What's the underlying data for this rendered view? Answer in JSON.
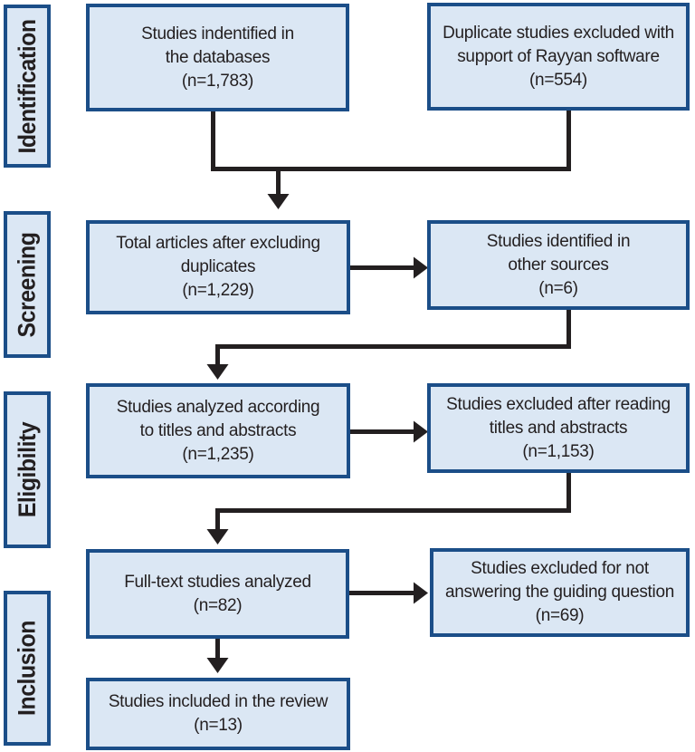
{
  "palette": {
    "box_fill": "#dbe7f4",
    "box_border": "#1b4e88",
    "line_color": "#231f20",
    "text_color": "#231f20",
    "background": "#ffffff"
  },
  "stages": [
    {
      "label": "Identification"
    },
    {
      "label": "Screening"
    },
    {
      "label": "Eligibility"
    },
    {
      "label": "Inclusion"
    }
  ],
  "boxes": {
    "identified_databases": {
      "text": "Studies indentified in\nthe databases\n(n=1,783)"
    },
    "duplicates_excluded": {
      "text": "Duplicate studies excluded with\nsupport of Rayyan software\n(n=554)"
    },
    "total_after_duplicates": {
      "text": "Total articles after excluding\nduplicates\n(n=1,229)"
    },
    "other_sources": {
      "text": "Studies identified in\nother sources\n(n=6)"
    },
    "title_abstract_analyzed": {
      "text": "Studies analyzed according\nto titles and abstracts\n(n=1,235)"
    },
    "title_abstract_excluded": {
      "text": "Studies excluded after reading\ntitles and abstracts\n(n=1,153)"
    },
    "fulltext_analyzed": {
      "text": "Full-text studies analyzed\n(n=82)"
    },
    "fulltext_excluded": {
      "text": "Studies excluded for not\nanswering the guiding question\n(n=69)"
    },
    "included_review": {
      "text": "Studies included in the review\n(n=13)"
    }
  }
}
